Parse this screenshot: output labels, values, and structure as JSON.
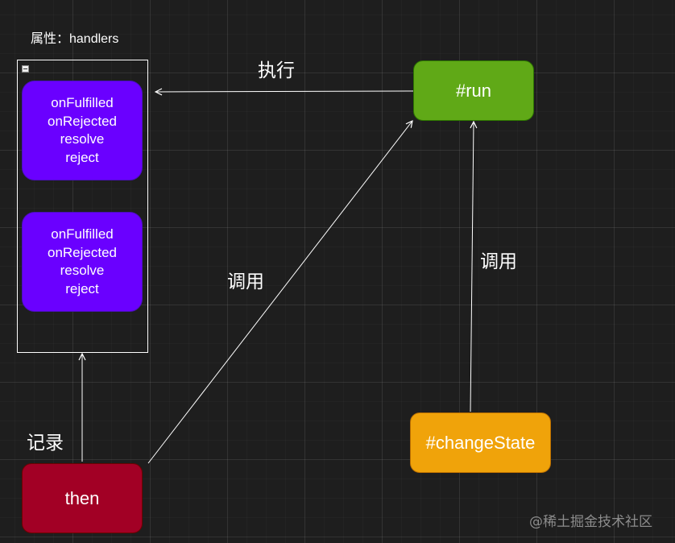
{
  "container": {
    "title": "属性：handlers",
    "handlers": [
      {
        "lines": [
          "onFulfilled",
          "onRejected",
          "resolve",
          "reject"
        ]
      },
      {
        "lines": [
          "onFulfilled",
          "onRejected",
          "resolve",
          "reject"
        ]
      }
    ]
  },
  "nodes": {
    "run": {
      "label": "#run",
      "color": "#60a917"
    },
    "then": {
      "label": "then",
      "color": "#a20025"
    },
    "change_state": {
      "label": "#changeState",
      "color": "#f0a30a"
    }
  },
  "edges": {
    "run_to_handlers": "执行",
    "then_to_run": "调用",
    "change_state_to_run": "调用",
    "then_to_handlers": "记录"
  },
  "watermark": "@稀土掘金技术社区"
}
